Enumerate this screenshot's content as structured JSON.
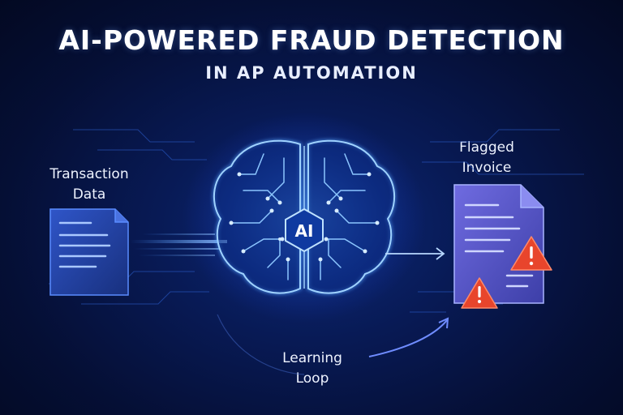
{
  "title": "AI-POWERED FRAUD DETECTION",
  "subtitle": "IN AP AUTOMATION",
  "input": {
    "label_line1": "Transaction",
    "label_line2": "Data",
    "icon": "document-icon"
  },
  "center": {
    "badge": "AI",
    "icon": "brain-circuit-icon"
  },
  "output": {
    "label_line1": "Flagged",
    "label_line2": "Invoice",
    "icon": "flagged-invoice-icon",
    "warning_icon": "warning-triangle-icon"
  },
  "loop": {
    "label_line1": "Learning",
    "label_line2": "Loop"
  },
  "colors": {
    "background": "#050f35",
    "glow": "#3d8bff",
    "brain_line": "#7fc0ff",
    "warning": "#e8452c",
    "doc_fill": "#2a46b0"
  }
}
